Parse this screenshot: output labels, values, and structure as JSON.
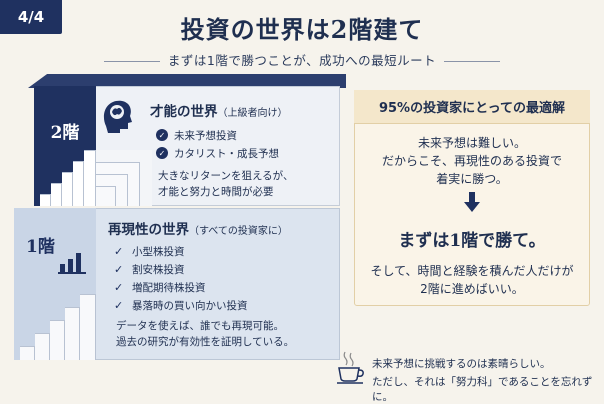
{
  "page_badge": "4/4",
  "title": "投資の世界は2階建て",
  "subtitle": "まずは1階で勝つことが、成功への最短ルート",
  "floor2": {
    "label": "2階",
    "heading": "才能の世界",
    "heading_note": "（上級者向け）",
    "items": [
      "未来予想投資",
      "カタリスト・成長予想"
    ],
    "note_lines": [
      "大きなリターンを狙えるが、",
      "才能と努力と時間が必要"
    ]
  },
  "floor1": {
    "label": "1階",
    "heading": "再現性の世界",
    "heading_note": "（すべての投資家に）",
    "items": [
      "小型株投資",
      "割安株投資",
      "増配期待株投資",
      "暴落時の買い向かい投資"
    ],
    "note_lines": [
      "データを使えば、誰でも再現可能。",
      "過去の研究が有効性を証明している。"
    ]
  },
  "panel": {
    "header": "95%の投資家にとっての最適解",
    "lines_top": [
      "未来予想は難しい。",
      "だからこそ、再現性のある投資で",
      "着実に勝つ。"
    ],
    "big": "まずは1階で勝て。",
    "lines_bottom": [
      "そして、時間と経験を積んだ人だけが",
      "2階に進めばいい。"
    ]
  },
  "footer": {
    "lines": [
      "未来予想に挑戦するのは素晴らしい。",
      "ただし、それは「努力科」であることを忘れずに。"
    ]
  },
  "icons": {
    "brain": "brain-head-icon",
    "chart": "bar-chart-icon",
    "check_circle": "check-circle-icon",
    "check": "check-icon",
    "arrow": "arrow-down-icon",
    "cup": "coffee-cup-icon"
  },
  "colors": {
    "navy": "#1f3160",
    "cream": "#faf4e8",
    "background": "#f6f3ec"
  }
}
